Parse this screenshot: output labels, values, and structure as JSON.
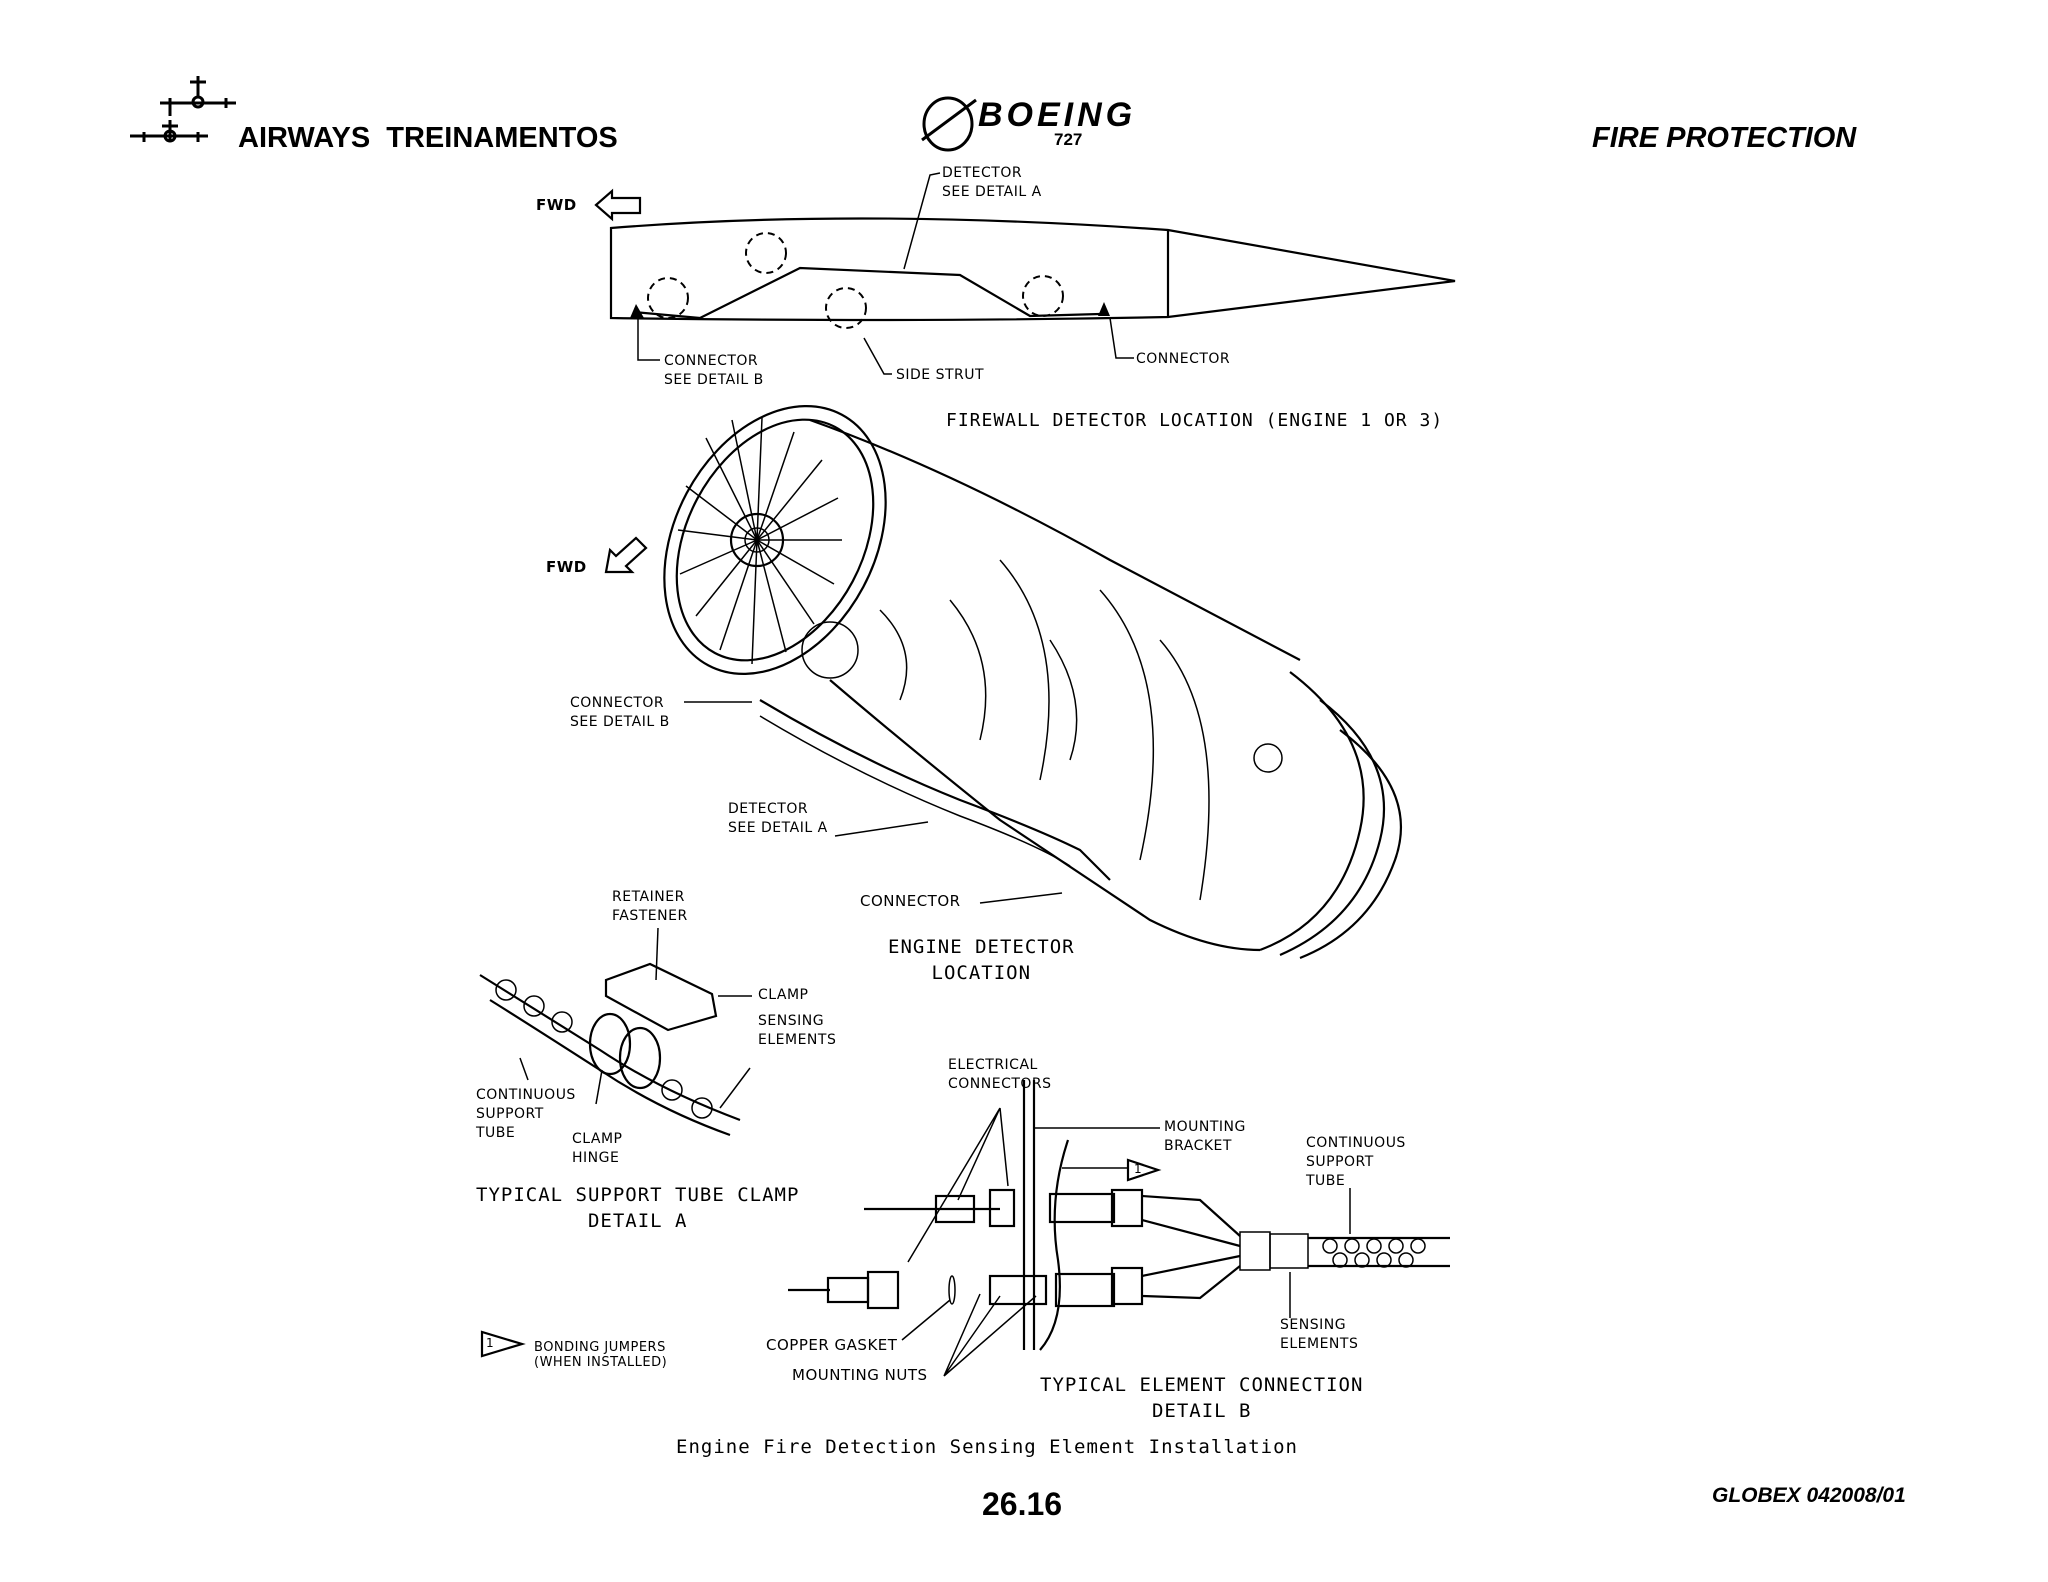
{
  "header": {
    "company": "AIRWAYS  TREINAMENTOS",
    "brand": "BOEING",
    "model": "727",
    "section_title": "FIRE PROTECTION"
  },
  "icons": {
    "company_logo": "airplane-logo-icon",
    "brand_logo": "boeing-logo-icon"
  },
  "firewall": {
    "fwd": "FWD",
    "detector": "DETECTOR\nSEE DETAIL A",
    "connector_left": "CONNECTOR\nSEE DETAIL B",
    "side_strut": "SIDE STRUT",
    "connector_right": "CONNECTOR",
    "caption": "FIREWALL DETECTOR LOCATION (ENGINE 1 OR 3)"
  },
  "engine": {
    "fwd": "FWD",
    "connector_b": "CONNECTOR\nSEE DETAIL B",
    "detector_a": "DETECTOR\nSEE DETAIL A",
    "connector": "CONNECTOR",
    "caption": "ENGINE DETECTOR\nLOCATION"
  },
  "detail_a": {
    "retainer": "RETAINER\nFASTENER",
    "clamp": "CLAMP",
    "sensing": "SENSING\nELEMENTS",
    "support_tube": "CONTINUOUS\nSUPPORT\nTUBE",
    "clamp_hinge": "CLAMP\nHINGE",
    "caption": "TYPICAL SUPPORT TUBE CLAMP\nDETAIL A"
  },
  "detail_b": {
    "electrical": "ELECTRICAL\nCONNECTORS",
    "mounting_bracket": "MOUNTING\nBRACKET",
    "support_tube": "CONTINUOUS\nSUPPORT\nTUBE",
    "note_num": "1",
    "sensing": "SENSING\nELEMENTS",
    "copper_gasket": "COPPER GASKET",
    "mounting_nuts": "MOUNTING NUTS",
    "caption": "TYPICAL ELEMENT CONNECTION\nDETAIL B"
  },
  "note": {
    "num": "1",
    "text": "BONDING JUMPERS\n(WHEN INSTALLED)"
  },
  "figure_title": "Engine Fire Detection Sensing Element Installation",
  "footer": {
    "page": "26.16",
    "doc_id": "GLOBEX 042008/01"
  }
}
